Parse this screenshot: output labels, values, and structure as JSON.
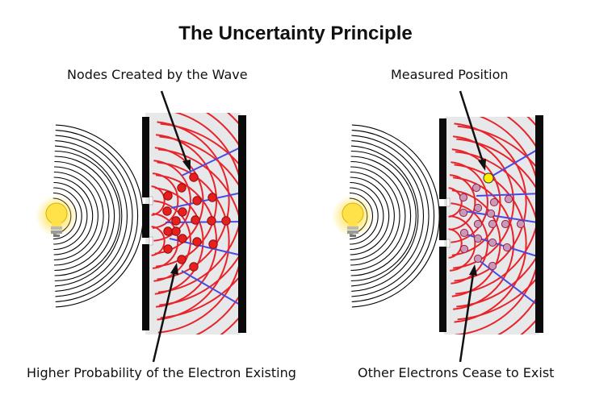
{
  "title": "The Uncertainty Principle",
  "panels": [
    {
      "id": "left",
      "labels": {
        "top": "Nodes Created by the Wave",
        "bottom": "Higher Probability of the Electron Existing"
      }
    },
    {
      "id": "right",
      "labels": {
        "top": "Measured Position",
        "bottom": "Other Electrons Cease to Exist"
      }
    }
  ],
  "colors": {
    "wave": "#e8242a",
    "ray": "#4a4ae0",
    "node_fill": "#e81f1f",
    "node_faded": "#c999b8",
    "measured": "#ffee00",
    "barrier": "#0a0a0a",
    "screen_bg": "#e6e8ea",
    "source_wave": "#000000"
  },
  "icons": {
    "source": "light-bulb-icon"
  }
}
